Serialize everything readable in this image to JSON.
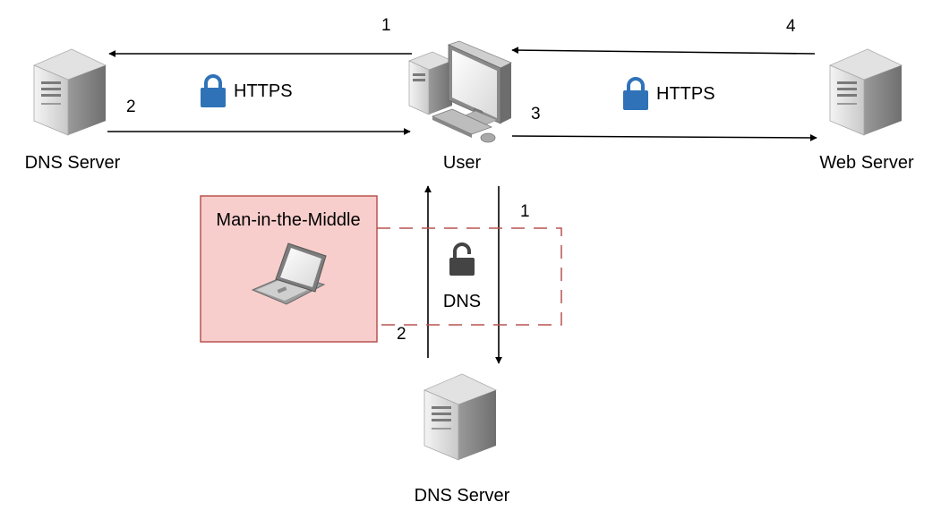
{
  "nodes": {
    "dns_server_left": {
      "label": "DNS Server"
    },
    "user": {
      "label": "User"
    },
    "web_server": {
      "label": "Web Server"
    },
    "dns_server_bottom": {
      "label": "DNS Server"
    },
    "mitm": {
      "label": "Man-in-the-Middle"
    }
  },
  "connections": {
    "left_https_label": "HTTPS",
    "right_https_label": "HTTPS",
    "dns_label": "DNS",
    "step_user_to_dns_left": "1",
    "step_dns_left_to_user": "2",
    "step_user_to_web": "3",
    "step_web_to_user": "4",
    "step_user_to_dns_bottom": "1",
    "step_dns_bottom_to_user": "2"
  },
  "colors": {
    "lock_secure": "#2f72b8",
    "lock_open": "#444444",
    "mitm_fill": "#f8cecc",
    "mitm_border": "#b85450",
    "arrow": "#000000"
  },
  "icons": {
    "server": "server-icon",
    "workstation": "desktop-computer-icon",
    "laptop": "laptop-icon",
    "lock_closed": "lock-closed-icon",
    "lock_open": "lock-open-icon"
  }
}
